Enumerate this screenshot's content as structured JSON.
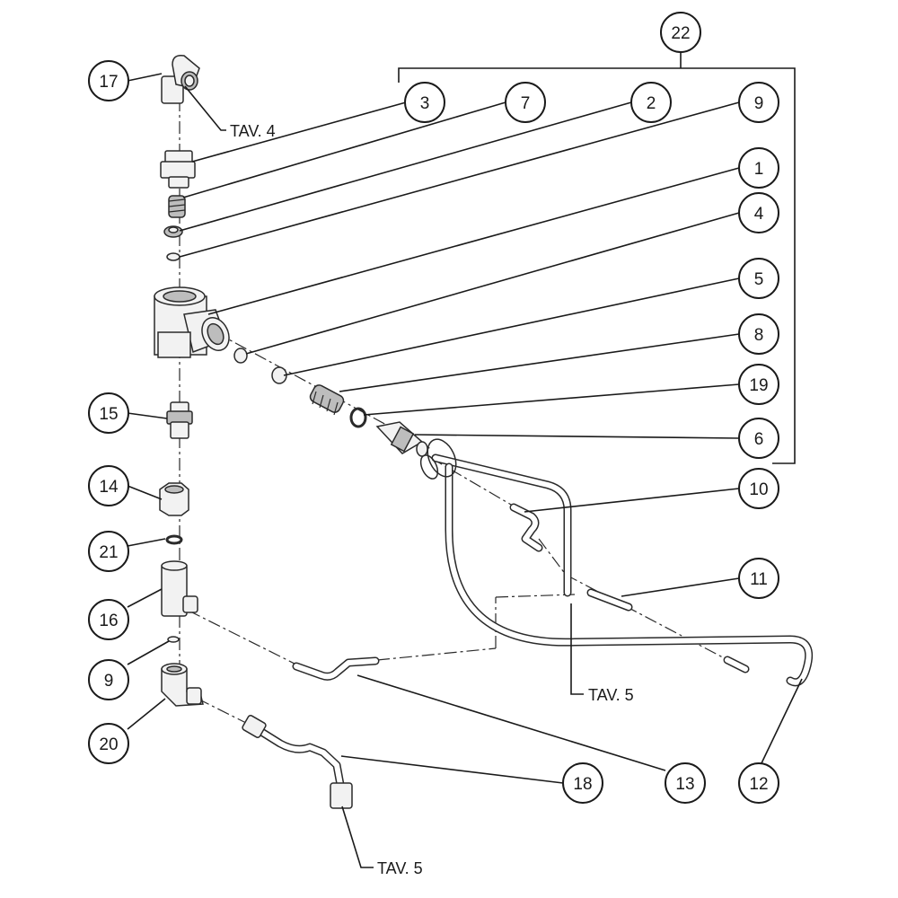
{
  "diagram": {
    "callouts": [
      {
        "id": "17",
        "label": "17"
      },
      {
        "id": "22",
        "label": "22"
      },
      {
        "id": "3",
        "label": "3"
      },
      {
        "id": "7",
        "label": "7"
      },
      {
        "id": "2",
        "label": "2"
      },
      {
        "id": "9a",
        "label": "9"
      },
      {
        "id": "1",
        "label": "1"
      },
      {
        "id": "4",
        "label": "4"
      },
      {
        "id": "5",
        "label": "5"
      },
      {
        "id": "8",
        "label": "8"
      },
      {
        "id": "19",
        "label": "19"
      },
      {
        "id": "6",
        "label": "6"
      },
      {
        "id": "15",
        "label": "15"
      },
      {
        "id": "14",
        "label": "14"
      },
      {
        "id": "10",
        "label": "10"
      },
      {
        "id": "21",
        "label": "21"
      },
      {
        "id": "11",
        "label": "11"
      },
      {
        "id": "16",
        "label": "16"
      },
      {
        "id": "9b",
        "label": "9"
      },
      {
        "id": "20",
        "label": "20"
      },
      {
        "id": "13",
        "label": "13"
      },
      {
        "id": "12",
        "label": "12"
      },
      {
        "id": "18",
        "label": "18"
      }
    ],
    "references": {
      "tav4": "TAV. 4",
      "tav5_mid": "TAV. 5",
      "tav5_bottom": "TAV. 5"
    }
  }
}
